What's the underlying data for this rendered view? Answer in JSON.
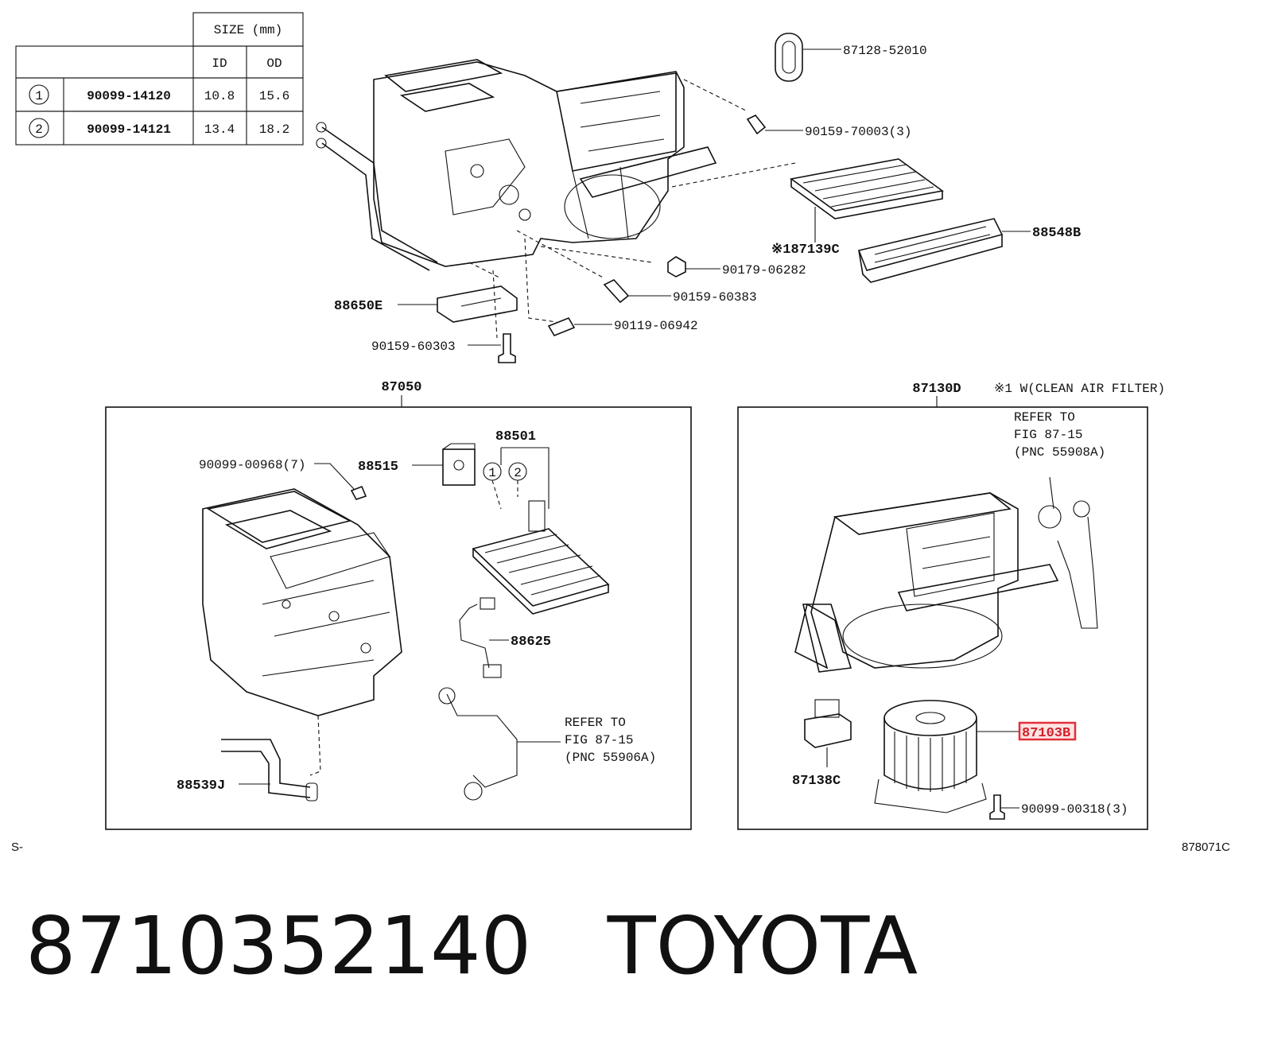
{
  "size_table": {
    "header": "SIZE (mm)",
    "col_id": "ID",
    "col_od": "OD",
    "rows": [
      {
        "mark": "1",
        "part": "90099-14120",
        "id": "10.8",
        "od": "15.6"
      },
      {
        "mark": "2",
        "part": "90099-14121",
        "id": "13.4",
        "od": "18.2"
      }
    ]
  },
  "top_callouts": {
    "c1": "87128-52010",
    "c2": "90159-70003(3)",
    "c3": "※187139C",
    "c4": "88548B",
    "c5": "90179-06282",
    "c6": "90159-60383",
    "c7": "88650E",
    "c8": "90119-06942",
    "c9": "90159-60303"
  },
  "left_box": {
    "title": "87050",
    "c1": "90099-00968(7)",
    "c2": "88515",
    "c3": "88501",
    "m1": "1",
    "m2": "2",
    "c4": "88625",
    "refer": [
      "REFER TO",
      "FIG 87-15",
      "(PNC 55906A)"
    ],
    "c5": "88539J"
  },
  "right_box": {
    "title": "87130D",
    "note": "※1 W(CLEAN AIR FILTER)",
    "refer": [
      "REFER TO",
      "FIG 87-15",
      "(PNC 55908A)"
    ],
    "highlight": "87103B",
    "c1": "87138C",
    "c2": "90099-00318(3)"
  },
  "footer": {
    "left_code": "S-",
    "right_code": "878071C",
    "caption": "8710352140   TOYOTA"
  },
  "colors": {
    "highlight": "#e0303a"
  }
}
